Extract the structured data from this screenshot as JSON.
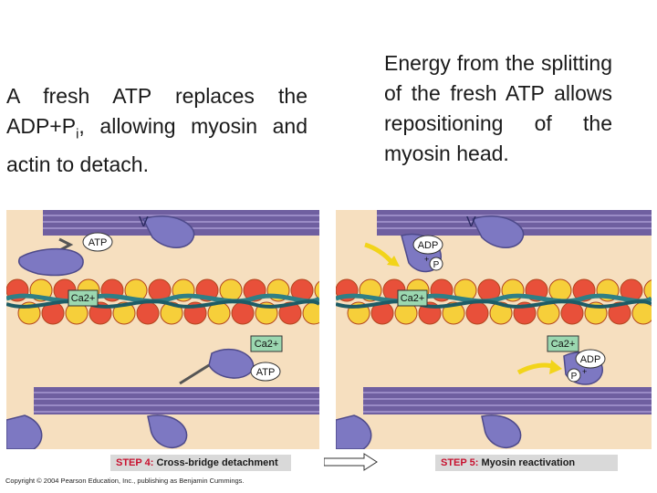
{
  "captions": {
    "left_main": "A fresh ATP replaces the ADP+P",
    "left_sub": "i",
    "left_tail": ", allowing myosin and actin to detach.",
    "right": "Energy from the splitting of the fresh ATP allows repositioning of the myosin head."
  },
  "left_panel": {
    "atp_top": "ATP",
    "atp_bottom": "ATP",
    "calcium_top": "Ca2+",
    "calcium_mid": "Ca2+"
  },
  "right_panel": {
    "adp_top": "ADP",
    "p_top": "P",
    "adp_bottom": "ADP",
    "p_bottom": "P",
    "plus": "+",
    "calcium_top": "Ca2+",
    "calcium_mid": "Ca2+"
  },
  "steps": {
    "left_num": "STEP 4:",
    "left_title": "Cross-bridge detachment",
    "right_num": "STEP 5:",
    "right_title": "Myosin reactivation"
  },
  "copyright": "Copyright © 2004 Pearson Education, Inc., publishing as Benjamin Cummings.",
  "colors": {
    "background_fill": "#f6dfbf",
    "myosin_stripe": "#7a6aa8",
    "myosin_head": "#7d78c2",
    "actin_red": "#e8503a",
    "actin_yellow": "#f6cf3a",
    "tropomyosin": "#2f7f86",
    "calcium_box": "#9bd7b0",
    "arrow_yellow": "#f2d41a"
  }
}
